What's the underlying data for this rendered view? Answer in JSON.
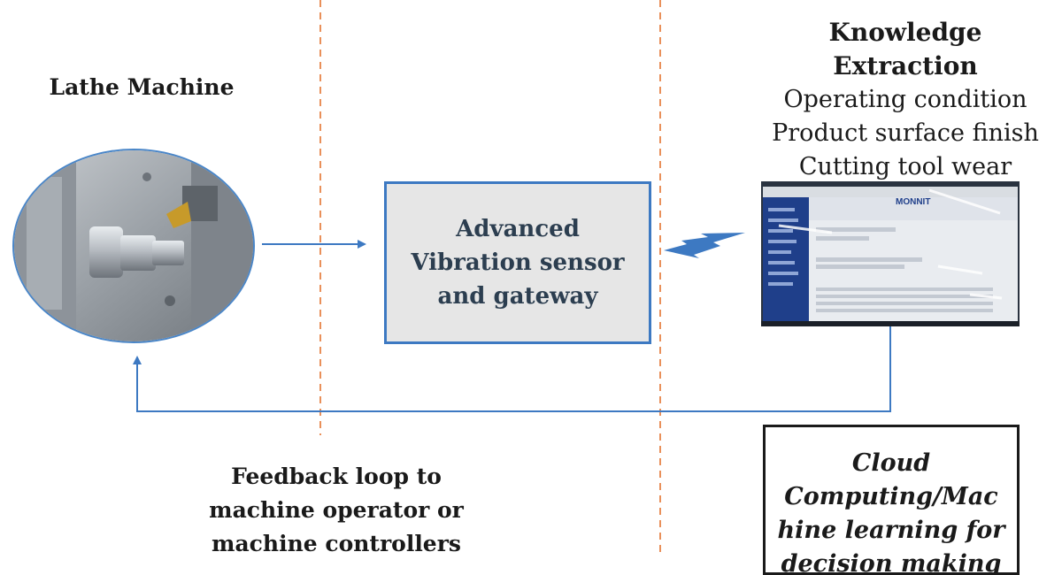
{
  "lathe": {
    "title": "Lathe Machine"
  },
  "sensor": {
    "lines": [
      "Advanced",
      "Vibration sensor",
      "and gateway"
    ]
  },
  "knowledge": {
    "title": "Knowledge Extraction",
    "items": [
      "Operating condition",
      "Product surface finish",
      "Cutting tool wear"
    ]
  },
  "monitor": {
    "brand": "MONNIT"
  },
  "feedback": {
    "lines": [
      "Feedback loop to",
      "machine operator or",
      "machine controllers"
    ]
  },
  "cloud": {
    "lines": [
      "Cloud",
      "Computing/Mac",
      "hine learning for",
      "decision making"
    ]
  },
  "colors": {
    "arrow": "#3d79c2",
    "divider": "#e9905a",
    "box_border": "#3d79c2",
    "box_fill": "#e6e6e6"
  }
}
